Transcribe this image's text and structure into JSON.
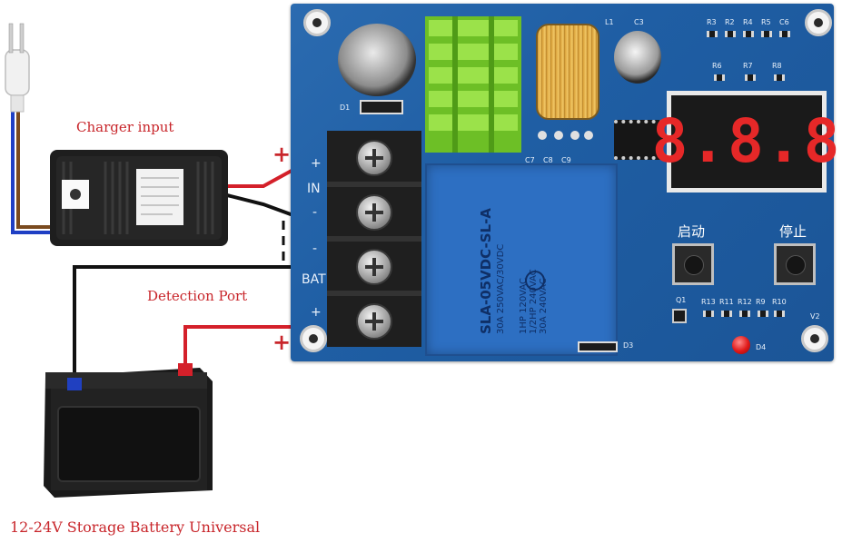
{
  "labels": {
    "charger_input": "Charger input",
    "detection_port": "Detection Port",
    "battery_caption": "12-24V Storage Battery Universal",
    "plus_top": "+",
    "plus_bottom": "+"
  },
  "board": {
    "terminal_in": "IN",
    "terminal_bat": "BAT",
    "plus_sign": "+",
    "minus_sign": "-",
    "display": "8.8.8",
    "start_button": "启动",
    "stop_button": "停止",
    "relay_model": "SLA-05VDC-SL-A",
    "relay_rating_1": "30A 250VAC/30VDC",
    "relay_rating_2": "1HP 120VAC",
    "relay_rating_3": "1/2HP 240VAC",
    "relay_rating_4": "30A 240VAC",
    "silk": {
      "l1": "L1",
      "c3": "C3",
      "d1": "D1",
      "d3": "D3",
      "d4": "D4",
      "v2": "V2",
      "q1": "Q1",
      "r3": "R3",
      "r2": "R2",
      "r4": "R4",
      "r5": "R5",
      "c6": "C6",
      "r6": "R6",
      "r7": "R7",
      "r8": "R8",
      "c7": "C7",
      "c8": "C8",
      "c9": "C9",
      "r13": "R13",
      "r11": "R11",
      "r12": "R12",
      "r9": "R9",
      "r10": "R10"
    }
  },
  "colors": {
    "label_red": "#c8262b",
    "board_blue": "#1f5ea4",
    "wire_red": "#d4202a",
    "wire_black": "#111111",
    "heatsink_green": "#7bd12e",
    "display_red": "#e62828"
  }
}
